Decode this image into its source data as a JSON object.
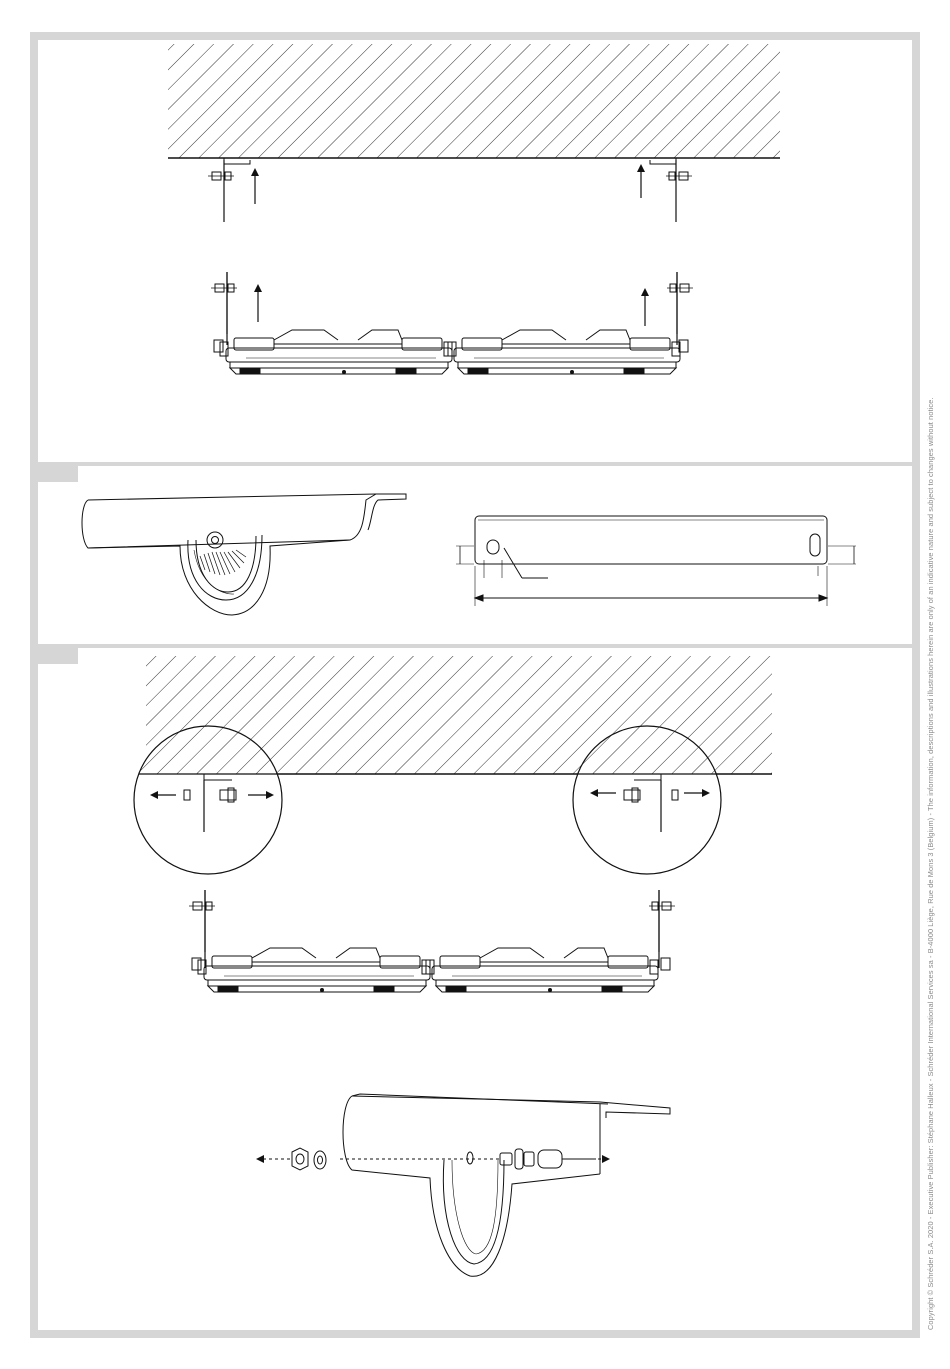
{
  "document": {
    "type": "installation-instructions",
    "steps": [
      {
        "id": "step-1",
        "label": ""
      },
      {
        "id": "step-2",
        "label": ""
      },
      {
        "id": "step-3",
        "label": ""
      }
    ]
  },
  "colors": {
    "frame": "#d6d6d6",
    "line": "#1a1a1a",
    "legal_text": "#8a8a8a"
  },
  "icons": [
    "up-arrow-icon",
    "outward-arrow-icon",
    "dashed-arrow-icon",
    "hex-nut-icon",
    "washer-icon"
  ],
  "legal_notice": "Copyright © Schréder S.A. 2020 - Executive Publisher: Stéphane Halleux - Schréder International Services sa - B-4000 Liège, Rue de Mons 3 (Belgium) - The information, descriptions and illustrations herein are only of an indicative nature and subject to changes without notice."
}
